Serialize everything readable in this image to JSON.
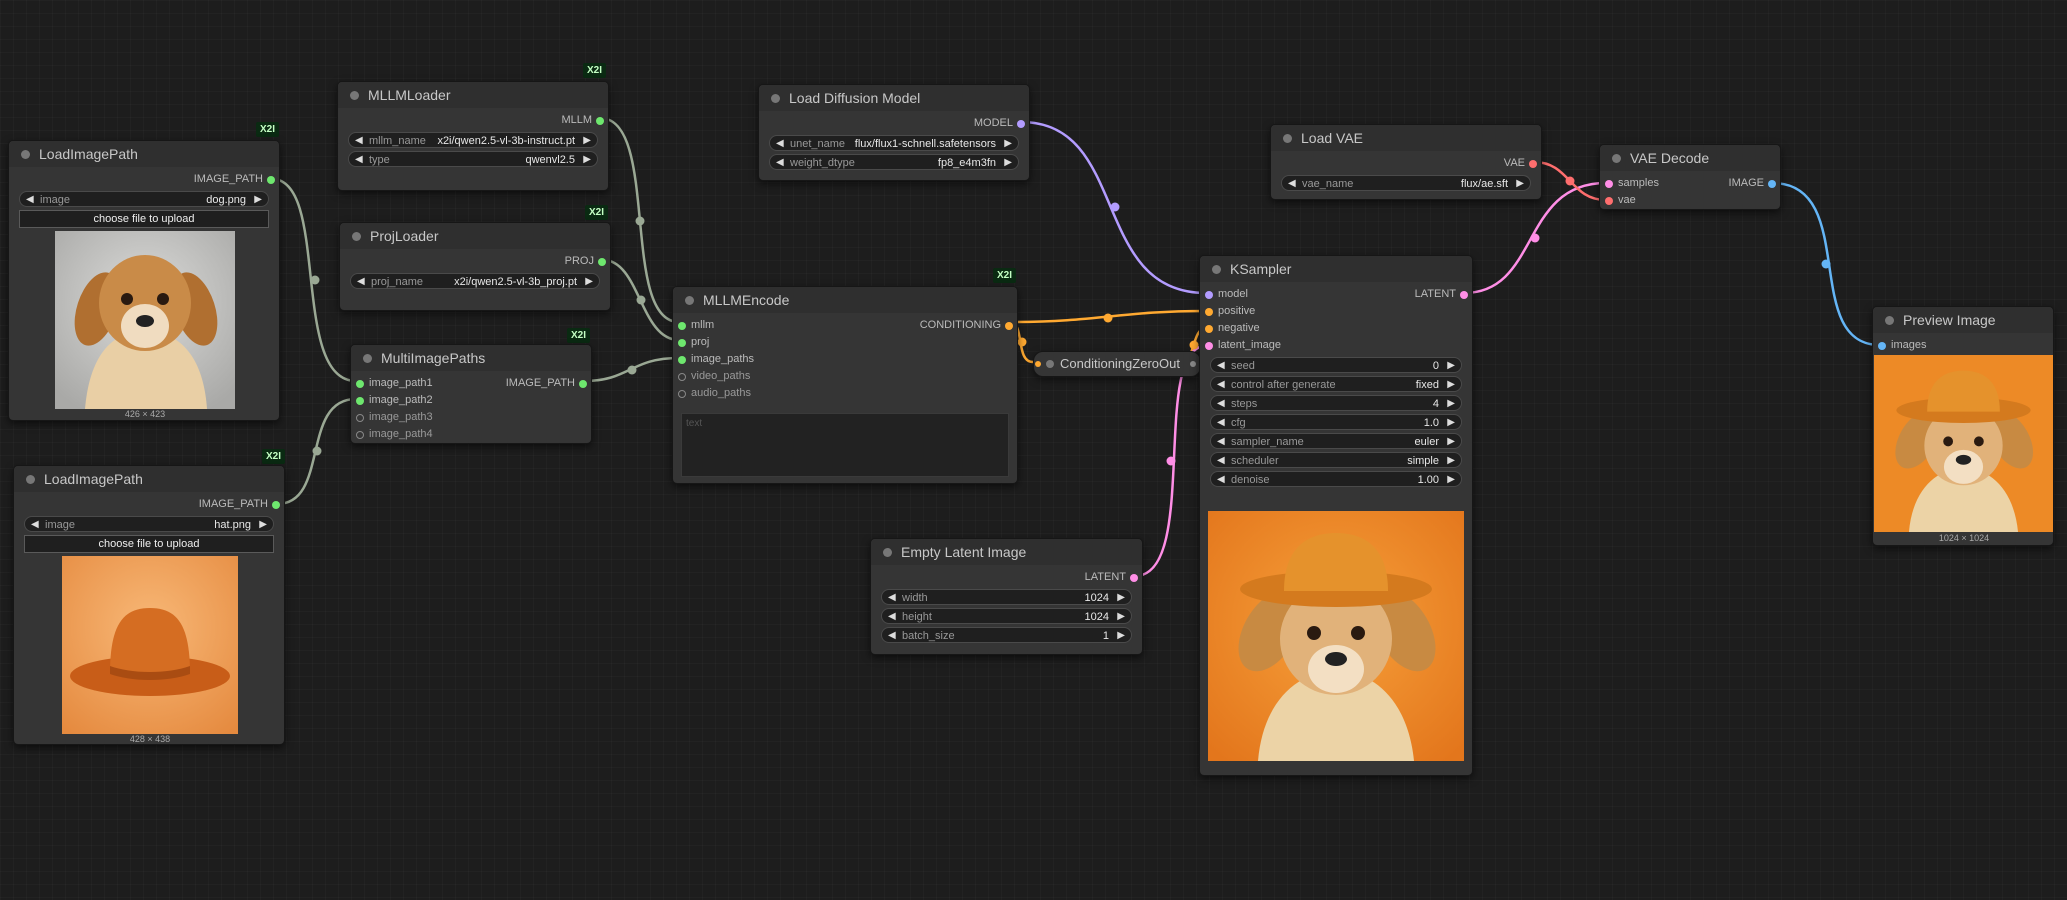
{
  "badge": "X2I",
  "colors": {
    "image_path": "#6ee76e",
    "mllm": "#c7d6c2",
    "proj": "#c7d6c2",
    "model": "#b39cff",
    "conditioning": "#ffa931",
    "latent": "#ff8ee6",
    "vae": "#ff6e6e",
    "image": "#64b5f6"
  },
  "load_image_1": {
    "title": "LoadImagePath",
    "output": "IMAGE_PATH",
    "image_label": "image",
    "image_value": "dog.png",
    "upload_label": "choose file to upload",
    "size_caption": "426 × 423"
  },
  "load_image_2": {
    "title": "LoadImagePath",
    "output": "IMAGE_PATH",
    "image_label": "image",
    "image_value": "hat.png",
    "upload_label": "choose file to upload",
    "size_caption": "428 × 438"
  },
  "mllm_loader": {
    "title": "MLLMLoader",
    "output": "MLLM",
    "w1_label": "mllm_name",
    "w1_value": "x2i/qwen2.5-vl-3b-instruct.pt",
    "w2_label": "type",
    "w2_value": "qwenvl2.5"
  },
  "proj_loader": {
    "title": "ProjLoader",
    "output": "PROJ",
    "w1_label": "proj_name",
    "w1_value": "x2i/qwen2.5-vl-3b_proj.pt"
  },
  "multi_image": {
    "title": "MultiImagePaths",
    "inputs": [
      "image_path1",
      "image_path2",
      "image_path3",
      "image_path4"
    ],
    "output": "IMAGE_PATH"
  },
  "mllm_encode": {
    "title": "MLLMEncode",
    "inputs": [
      "mllm",
      "proj",
      "image_paths",
      "video_paths",
      "audio_paths"
    ],
    "output": "CONDITIONING",
    "text_placeholder": "text"
  },
  "load_diffusion": {
    "title": "Load Diffusion Model",
    "output": "MODEL",
    "w1_label": "unet_name",
    "w1_value": "flux/flux1-schnell.safetensors",
    "w2_label": "weight_dtype",
    "w2_value": "fp8_e4m3fn"
  },
  "cond_zero": {
    "title": "ConditioningZeroOut"
  },
  "load_vae": {
    "title": "Load VAE",
    "output": "VAE",
    "w1_label": "vae_name",
    "w1_value": "flux/ae.sft"
  },
  "vae_decode": {
    "title": "VAE Decode",
    "inputs": [
      "samples",
      "vae"
    ],
    "output": "IMAGE"
  },
  "ksampler": {
    "title": "KSampler",
    "inputs": [
      "model",
      "positive",
      "negative",
      "latent_image"
    ],
    "output": "LATENT",
    "widgets": [
      {
        "label": "seed",
        "value": "0"
      },
      {
        "label": "control after generate",
        "value": "fixed"
      },
      {
        "label": "steps",
        "value": "4"
      },
      {
        "label": "cfg",
        "value": "1.0"
      },
      {
        "label": "sampler_name",
        "value": "euler"
      },
      {
        "label": "scheduler",
        "value": "simple"
      },
      {
        "label": "denoise",
        "value": "1.00"
      }
    ]
  },
  "empty_latent": {
    "title": "Empty Latent Image",
    "output": "LATENT",
    "widgets": [
      {
        "label": "width",
        "value": "1024"
      },
      {
        "label": "height",
        "value": "1024"
      },
      {
        "label": "batch_size",
        "value": "1"
      }
    ]
  },
  "preview": {
    "title": "Preview Image",
    "input": "images",
    "size_caption": "1024 × 1024"
  }
}
